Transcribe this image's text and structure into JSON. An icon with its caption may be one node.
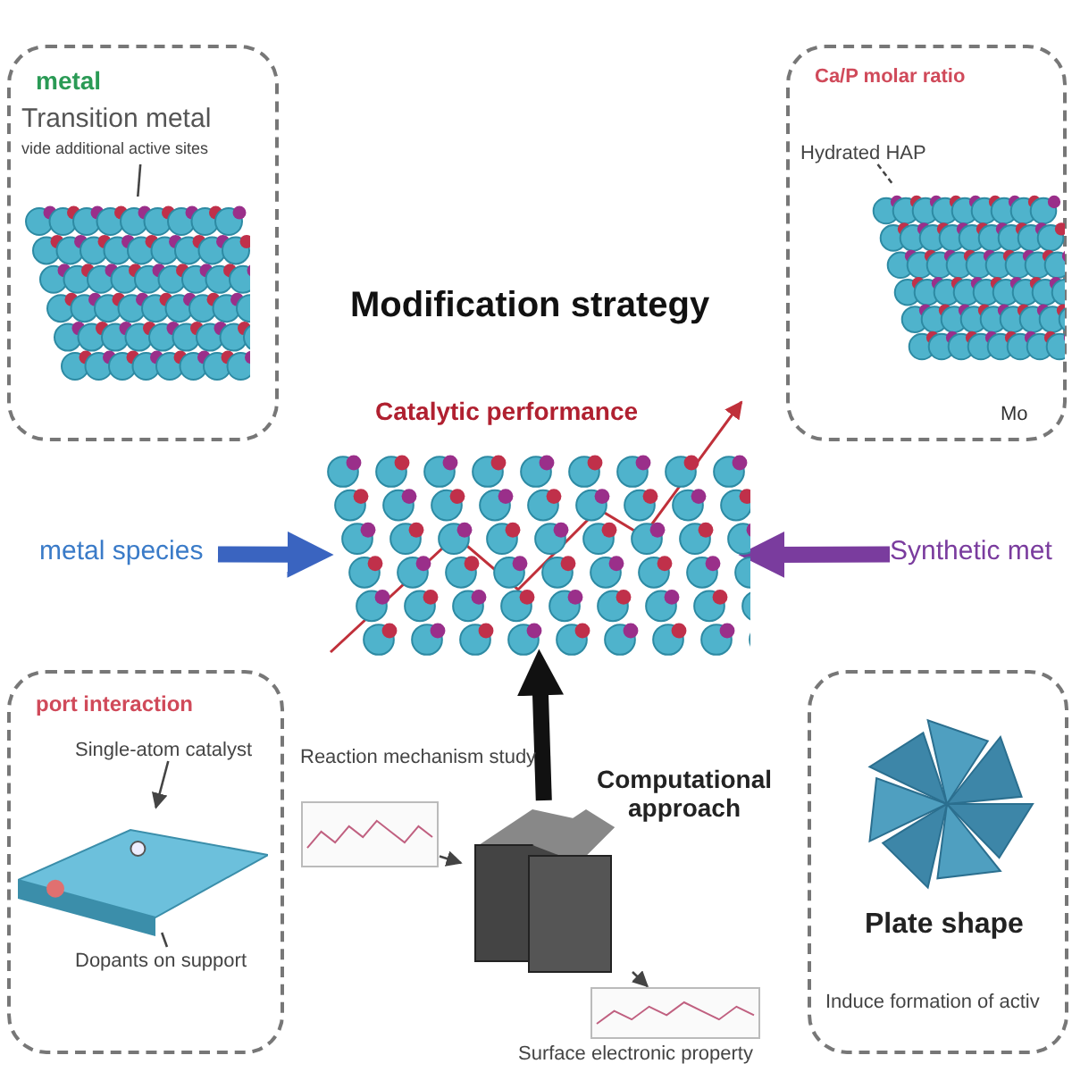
{
  "diagram": {
    "title": "Modification strategy",
    "nodes": [
      {
        "text": [
          "metal"
        ]
      },
      {
        "text": [
          "Transition metal",
          "vide additional active sites"
        ],
        "in": 0
      },
      {
        "text": [],
        "shape": "picture",
        "in": 0
      },
      {
        "text": [
          "Ca/P molar ratio"
        ]
      },
      {
        "text": [
          "Hydrated HAP"
        ],
        "in": 3
      },
      {
        "text": [],
        "shape": "picture",
        "in": 3
      },
      {
        "text": [],
        "shape": "picture",
        "beside": [
          "Catalytic performance"
        ]
      },
      {
        "text": [
          "metal species"
        ]
      },
      {
        "text": [
          "Synthetic met"
        ]
      },
      {
        "text": [
          "port interaction"
        ]
      },
      {
        "text": [
          "Single-atom catalyst"
        ],
        "in": 9
      },
      {
        "text": [],
        "shape": "picture",
        "in": 9
      },
      {
        "text": [
          "Dopants on support"
        ],
        "in": 9
      },
      {
        "text": [],
        "shape": "picture",
        "beside": [
          "Computational approach"
        ]
      },
      {
        "text": [],
        "shape": "picture",
        "beside": [
          "Reaction mechanism study"
        ]
      },
      {
        "text": [],
        "shape": "picture",
        "beside": [
          "Surface electronic property"
        ]
      },
      {
        "text": [
          "Plate shape",
          "Induce formation of activ"
        ]
      },
      {
        "text": [],
        "shape": "picture",
        "in": 16
      }
    ],
    "edges": [
      {
        "from": 7,
        "to": 6,
        "arrow": "to",
        "style": "thick",
        "color": "#3a64c0"
      },
      {
        "from": 8,
        "to": 6,
        "arrow": "to",
        "style": "thick",
        "color": "#7a3c9e"
      },
      {
        "from": 13,
        "to": 6,
        "arrow": "to",
        "style": "thick",
        "color": "#111111"
      },
      {
        "from": 14,
        "to": 13,
        "arrow": "to"
      },
      {
        "from": 13,
        "to": 15,
        "arrow": "to"
      },
      {
        "from": 1,
        "to": 2,
        "arrow": "none"
      },
      {
        "from": 4,
        "to": 5,
        "arrow": "none",
        "style": "dashed"
      },
      {
        "from": 10,
        "to": 11,
        "arrow": "to"
      },
      {
        "from": 12,
        "to": 11,
        "arrow": "none"
      }
    ],
    "labels": [
      "Mo"
    ]
  }
}
